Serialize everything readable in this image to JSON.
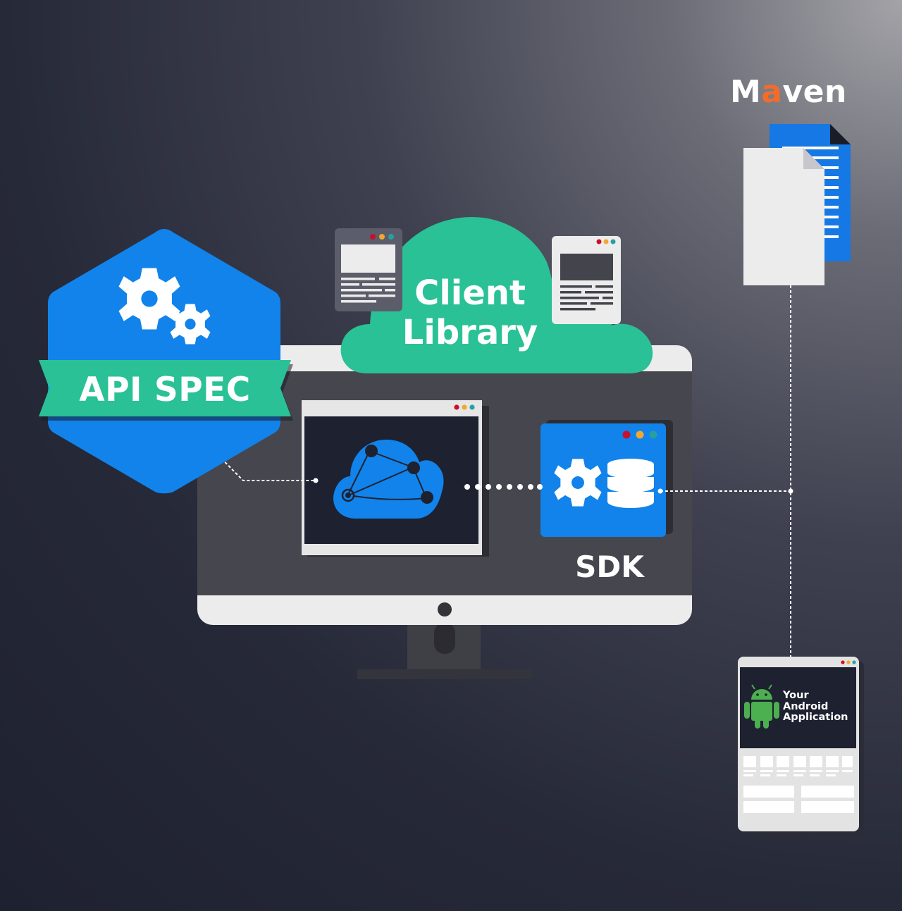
{
  "badge": {
    "label": "API SPEC"
  },
  "cloud": {
    "line1": "Client",
    "line2": "Library"
  },
  "sdk": {
    "label": "SDK"
  },
  "maven": {
    "prefix": "M",
    "accent": "a",
    "suffix": "ven"
  },
  "android_app": {
    "label": "Your Android Application"
  },
  "colors": {
    "blue": "#1183ea",
    "teal": "#29c195",
    "maven_orange": "#f26c2a",
    "android_green": "#4caf50",
    "window_dot_red": "#c8102e",
    "window_dot_orange": "#f0a830",
    "window_dot_teal": "#2a9fa0"
  },
  "icons": [
    "gears-icon",
    "cloud-network-icon",
    "gear-icon",
    "database-icon",
    "document-icon",
    "android-icon",
    "browser-window-icon"
  ]
}
